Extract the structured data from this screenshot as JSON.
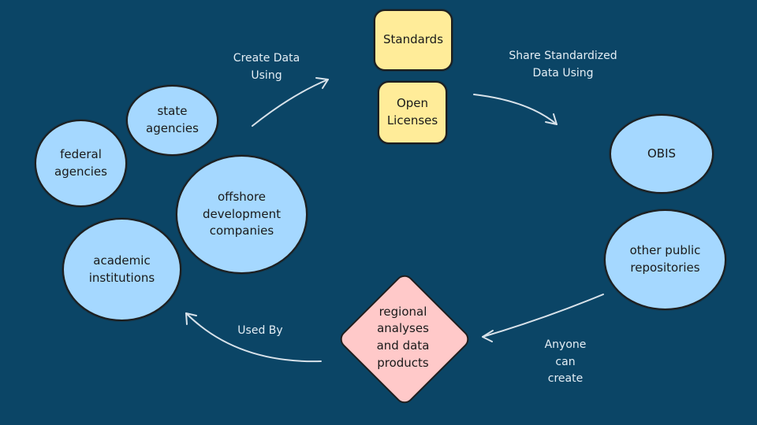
{
  "colors": {
    "background": "#0b4566",
    "circle_fill": "#a5d8ff",
    "rect_fill": "#ffec99",
    "diamond_fill": "#ffc9c9",
    "stroke": "#1e1e1e",
    "arrow": "#d8e2ea"
  },
  "nodes": {
    "federal": "federal\nagencies",
    "state": "state\nagencies",
    "academic": "academic\ninstitutions",
    "offshore": "offshore\ndevelopment\ncompanies",
    "standards": "Standards",
    "open_licenses": "Open\nLicenses",
    "obis": "OBIS",
    "other_repos": "other public\nrepositories",
    "regional": "regional\nanalyses\nand data\nproducts"
  },
  "edge_labels": {
    "create": "Create Data\nUsing",
    "share": "Share Standardized\nData Using",
    "anyone": "Anyone\ncan\ncreate",
    "used_by": "Used By"
  }
}
